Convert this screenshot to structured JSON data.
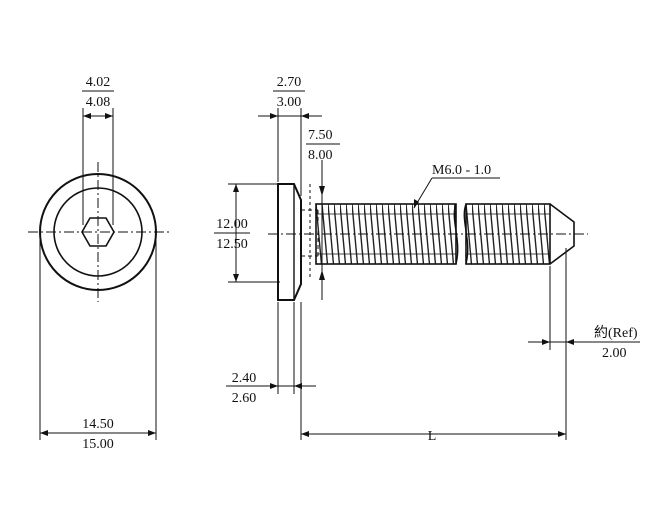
{
  "dimensions": {
    "hex_socket_min": "4.02",
    "hex_socket_max": "4.08",
    "head_diameter_min": "14.50",
    "head_diameter_max": "15.00",
    "head_height_min": "2.70",
    "head_height_max": "3.00",
    "neck_min": "7.50",
    "neck_max": "8.00",
    "thread_spec": "M6.0 - 1.0",
    "socket_height_min": "12.00",
    "socket_height_max": "12.50",
    "flange_min": "2.40",
    "flange_max": "2.60",
    "tip_label": "約(Ref)",
    "tip_value": "2.00",
    "length_label": "L"
  }
}
